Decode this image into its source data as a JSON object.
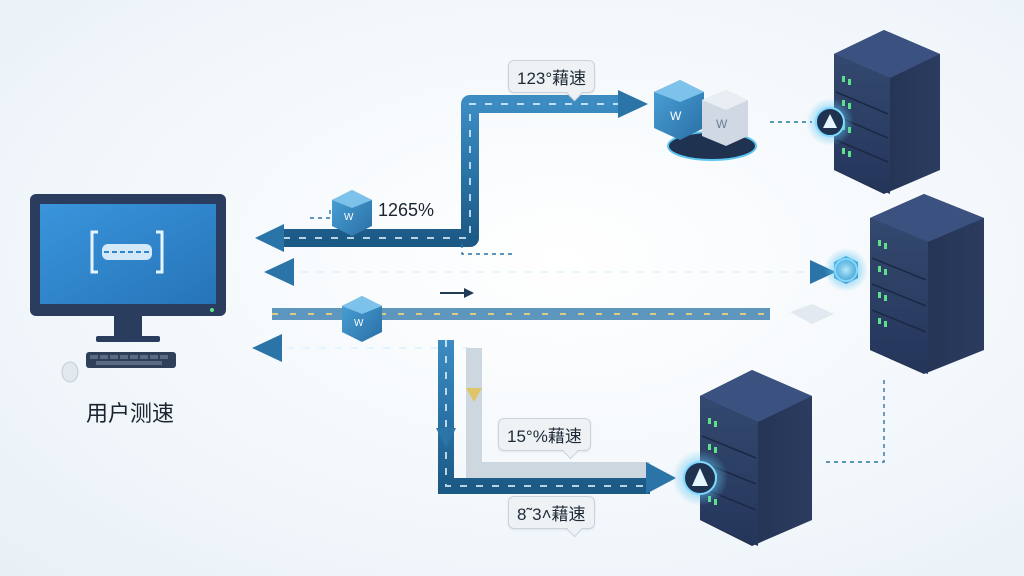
{
  "diagram": {
    "user_label": "用户测速",
    "labels": {
      "top_bubble": "123°藉速",
      "left_pct": "1265%",
      "mid_bubble": "15°%藉速",
      "bottom_bubble": "8˜3˄藉速"
    },
    "icons": {
      "monitor": "monitor-icon",
      "keyboard": "keyboard-icon",
      "mouse": "mouse-icon",
      "servers": "server-rack-icon",
      "packets": "package-box-icon",
      "shield": "shield-icon"
    },
    "colors": {
      "flow_blue": "#2a74a8",
      "flow_dark": "#1d5e8c",
      "glow": "#5fc6f0",
      "server_body": "#2d3f63",
      "server_led": "#5fe08a",
      "monitor_screen": "#2f86cf"
    }
  }
}
